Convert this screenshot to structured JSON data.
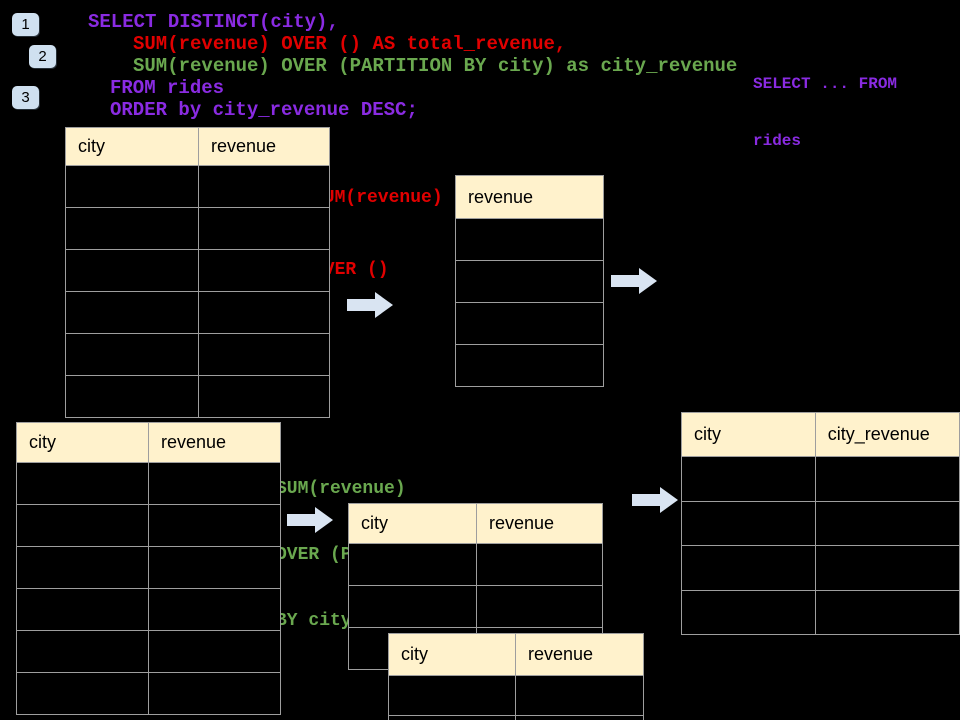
{
  "palette": {
    "background": "#000000",
    "purple": "#8A2BE2",
    "red": "#E10000",
    "green": "#6AA84F",
    "arrow_fill": "#D9E4F2",
    "badge_fill": "#CFE0F0",
    "table_header_bg": "#FFF2CC",
    "table_border": "#9E9E9E"
  },
  "badges": [
    {
      "label": "1"
    },
    {
      "label": "2"
    },
    {
      "label": "3"
    }
  ],
  "sql": {
    "lines": [
      {
        "text": "SELECT DISTINCT(city),",
        "color": "#8A2BE2"
      },
      {
        "text": "SUM(revenue) OVER () AS total_revenue,",
        "color": "#E10000"
      },
      {
        "text": "SUM(revenue) OVER (PARTITION BY city) as city_revenue",
        "color": "#6AA84F"
      },
      {
        "text": "FROM rides",
        "color": "#8A2BE2"
      },
      {
        "text": "ORDER by city_revenue DESC;",
        "color": "#8A2BE2"
      }
    ]
  },
  "note": {
    "lines": [
      "SELECT ... FROM",
      "rides"
    ],
    "color": "#8A2BE2"
  },
  "annotations": [
    {
      "lines": [
        "SUM(revenue)",
        "OVER ()"
      ],
      "color": "#E10000"
    },
    {
      "lines": [
        "SUM(revenue)",
        "OVER (PARTITION",
        "BY city)"
      ],
      "color": "#6AA84F"
    }
  ],
  "tables": [
    {
      "id": "source-rides-top",
      "columns": [
        "city",
        "revenue"
      ],
      "empty_rows": 6
    },
    {
      "id": "total-revenue-result",
      "columns": [
        "revenue"
      ],
      "empty_rows": 4
    },
    {
      "id": "source-rides-bottom",
      "columns": [
        "city",
        "revenue"
      ],
      "empty_rows": 6
    },
    {
      "id": "partition-group-1",
      "columns": [
        "city",
        "revenue"
      ],
      "empty_rows": 3
    },
    {
      "id": "partition-group-2",
      "columns": [
        "city",
        "revenue"
      ],
      "empty_rows": 2
    },
    {
      "id": "city-revenue-result",
      "columns": [
        "city",
        "city_revenue"
      ],
      "empty_rows": 4
    }
  ]
}
